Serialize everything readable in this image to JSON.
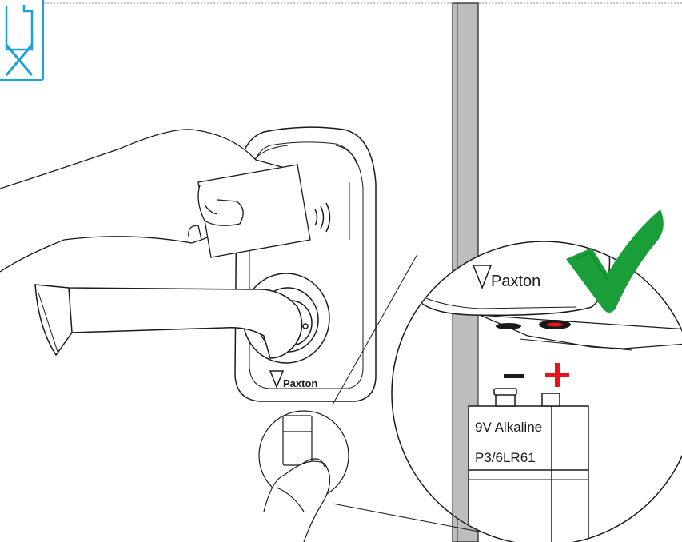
{
  "brand": {
    "logo_text_main": "Paxton",
    "logo_text_zoom": "Paxton"
  },
  "battery": {
    "line1": "9V Alkaline",
    "line2": "P3/6LR61",
    "minus_symbol": "−",
    "plus_symbol": "+"
  },
  "icons": {
    "no_battery": "battery-crossed-icon",
    "confirm": "green-check-icon"
  },
  "colors": {
    "icon_blue": "#1da1d8",
    "check_green": "#1a9e3a",
    "plus_red": "#e8141b",
    "line": "#1a1a1a",
    "pillar": "#bdbdbd"
  }
}
